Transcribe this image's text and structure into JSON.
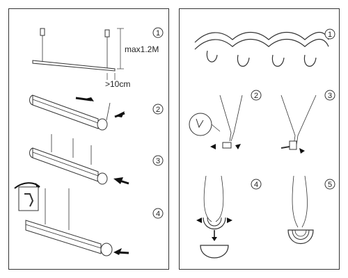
{
  "left_panel": {
    "steps": [
      "1",
      "2",
      "3",
      "4"
    ],
    "labels": {
      "max_height": "max1.2M",
      "min_clearance": ">10cm"
    }
  },
  "right_panel": {
    "steps": [
      "1",
      "2",
      "3",
      "4",
      "5"
    ]
  }
}
